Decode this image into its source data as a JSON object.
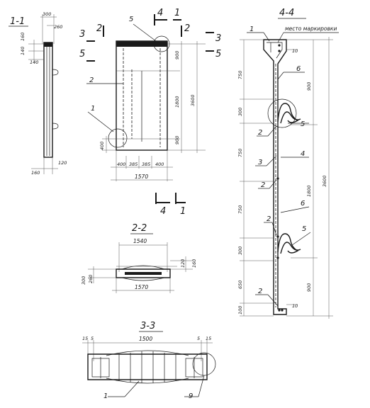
{
  "sections": {
    "s11": {
      "title": "1-1"
    },
    "s22": {
      "title": "2-2"
    },
    "s33": {
      "title": "3-3"
    },
    "s44": {
      "title": "4-4",
      "note": "место маркировки"
    }
  },
  "cut_marks": {
    "c1": "1",
    "c2": "2",
    "c3": "3",
    "c4": "4",
    "c5": "5"
  },
  "dims": {
    "s11": {
      "top_a": "300",
      "top_b": "260",
      "side_a": "160",
      "side_b": "140",
      "side_c": "140",
      "bot_a": "120",
      "bot_b": "160"
    },
    "plan": {
      "top_right": "900",
      "mid": "1800",
      "bot_right": "900",
      "total": "3600",
      "left_low": "400",
      "bottom_parts": [
        "400",
        "385",
        "385",
        "400"
      ],
      "bottom_total": "1570"
    },
    "s22": {
      "top": "1540",
      "bottom": "1570",
      "left_a": "300",
      "left_b": "260",
      "right_a": "120",
      "right_b": "160"
    },
    "s33": {
      "l1": "15",
      "l2": "5",
      "mid": "1500",
      "r1": "5",
      "r2": "15"
    },
    "s44": {
      "top_10": "10",
      "left": [
        "750",
        "300",
        "750",
        "750",
        "300",
        "650",
        "100"
      ],
      "right_a": "900",
      "right_mid": "1800",
      "right_low": "900",
      "total": "3600",
      "bot_10": "10"
    }
  },
  "callouts": {
    "plan": [
      "5",
      "2",
      "1"
    ],
    "s33": [
      "1",
      "9"
    ],
    "s44": [
      "1",
      "6",
      "2",
      "5",
      "3",
      "4",
      "2",
      "6",
      "2",
      "5",
      "2"
    ]
  }
}
